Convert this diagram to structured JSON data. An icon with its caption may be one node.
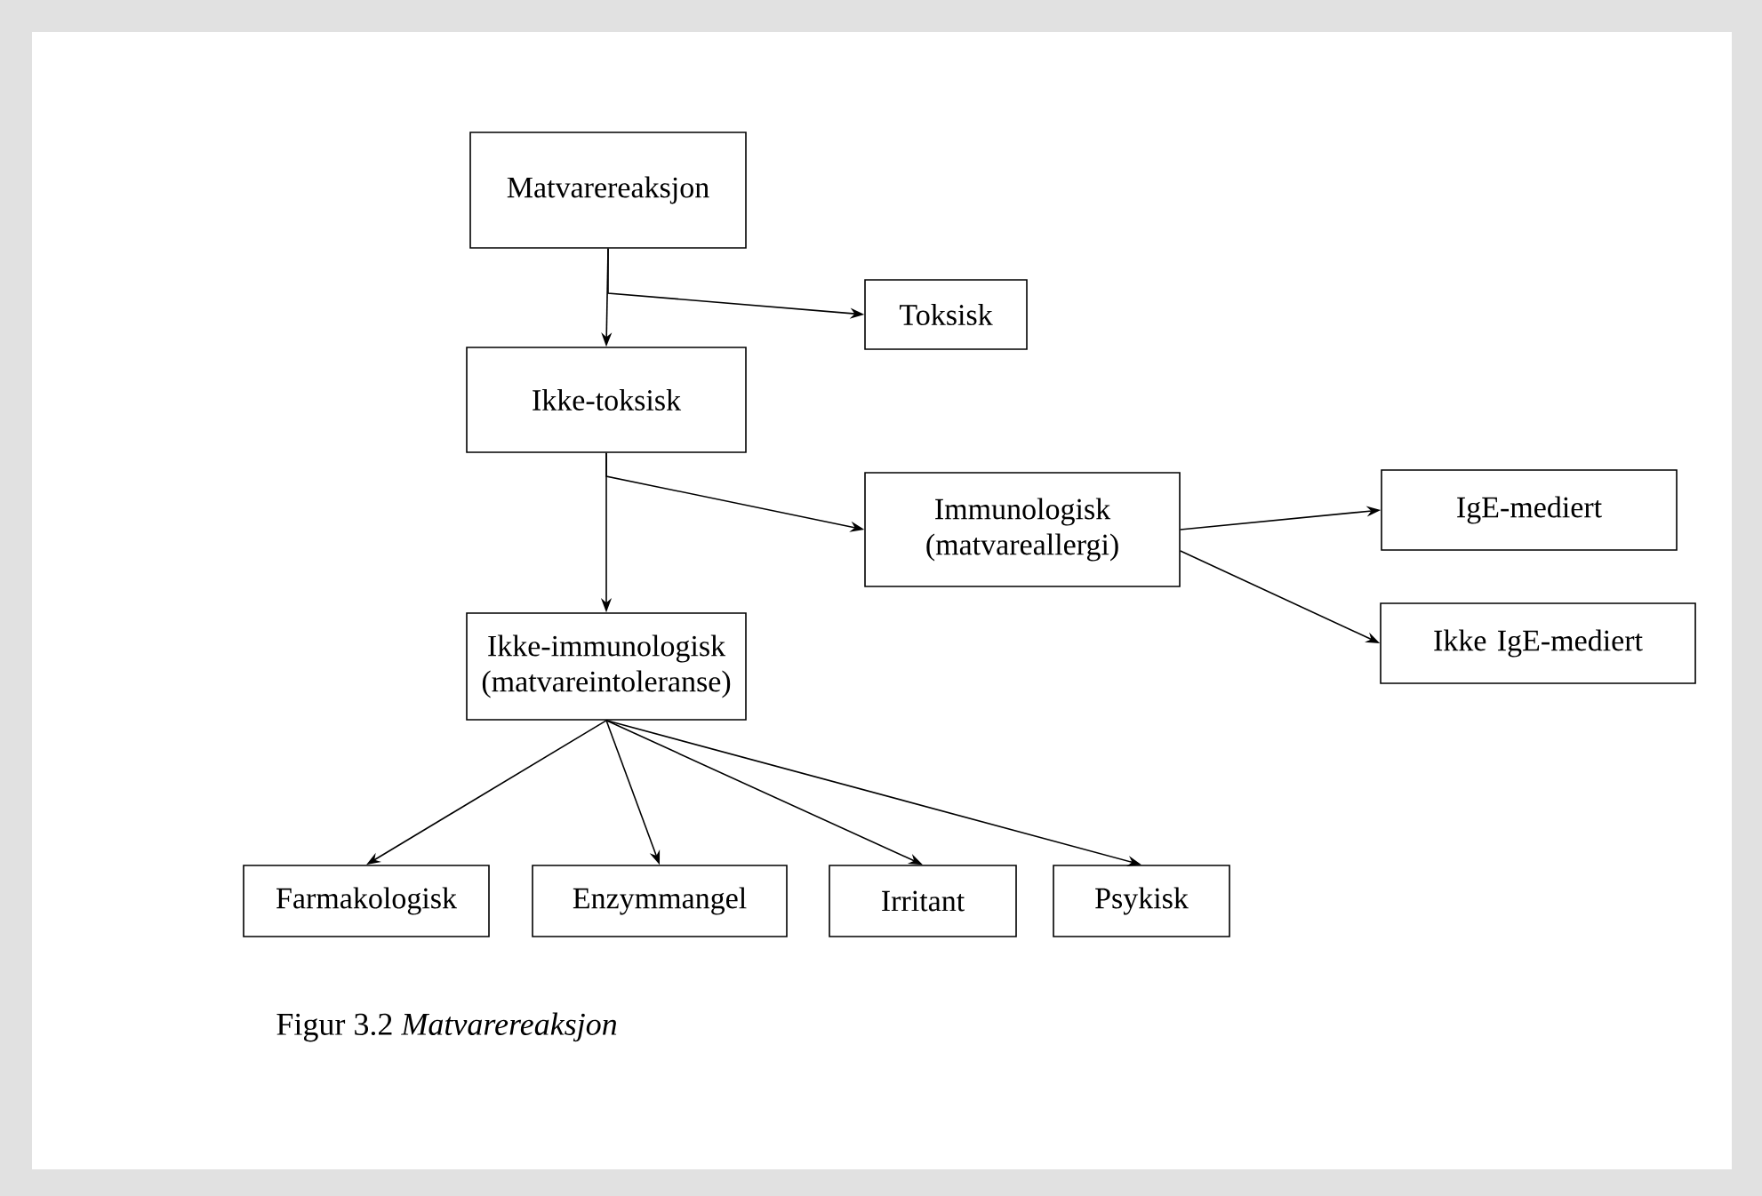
{
  "diagram": {
    "caption": "Figur 3.2 *Matvarereaksjon*",
    "nodes": [
      {
        "text": [
          "Matvarereaksjon"
        ]
      },
      {
        "text": [
          "Toksisk"
        ]
      },
      {
        "text": [
          "Ikke-toksisk"
        ]
      },
      {
        "text": [
          "Immunologisk (matvareallergi)"
        ]
      },
      {
        "text": [
          "IgE-mediert"
        ]
      },
      {
        "text": [
          "Ikke IgE-mediert"
        ]
      },
      {
        "text": [
          "Ikke-immunologisk (matvareintoleranse)"
        ]
      },
      {
        "text": [
          "Farmakologisk"
        ]
      },
      {
        "text": [
          "Enzymmangel"
        ]
      },
      {
        "text": [
          "Irritant"
        ]
      },
      {
        "text": [
          "Psykisk"
        ]
      }
    ],
    "edges": [
      {
        "from": 0,
        "to": 2,
        "arrow": "to"
      },
      {
        "from": 0,
        "to": 1,
        "arrow": "to"
      },
      {
        "from": 2,
        "to": 6,
        "arrow": "to"
      },
      {
        "from": 2,
        "to": 3,
        "arrow": "to"
      },
      {
        "from": 3,
        "to": 4,
        "arrow": "to"
      },
      {
        "from": 3,
        "to": 5,
        "arrow": "to"
      },
      {
        "from": 6,
        "to": 7,
        "arrow": "to"
      },
      {
        "from": 6,
        "to": 8,
        "arrow": "to"
      },
      {
        "from": 6,
        "to": 9,
        "arrow": "to"
      },
      {
        "from": 6,
        "to": 10,
        "arrow": "to"
      }
    ]
  }
}
